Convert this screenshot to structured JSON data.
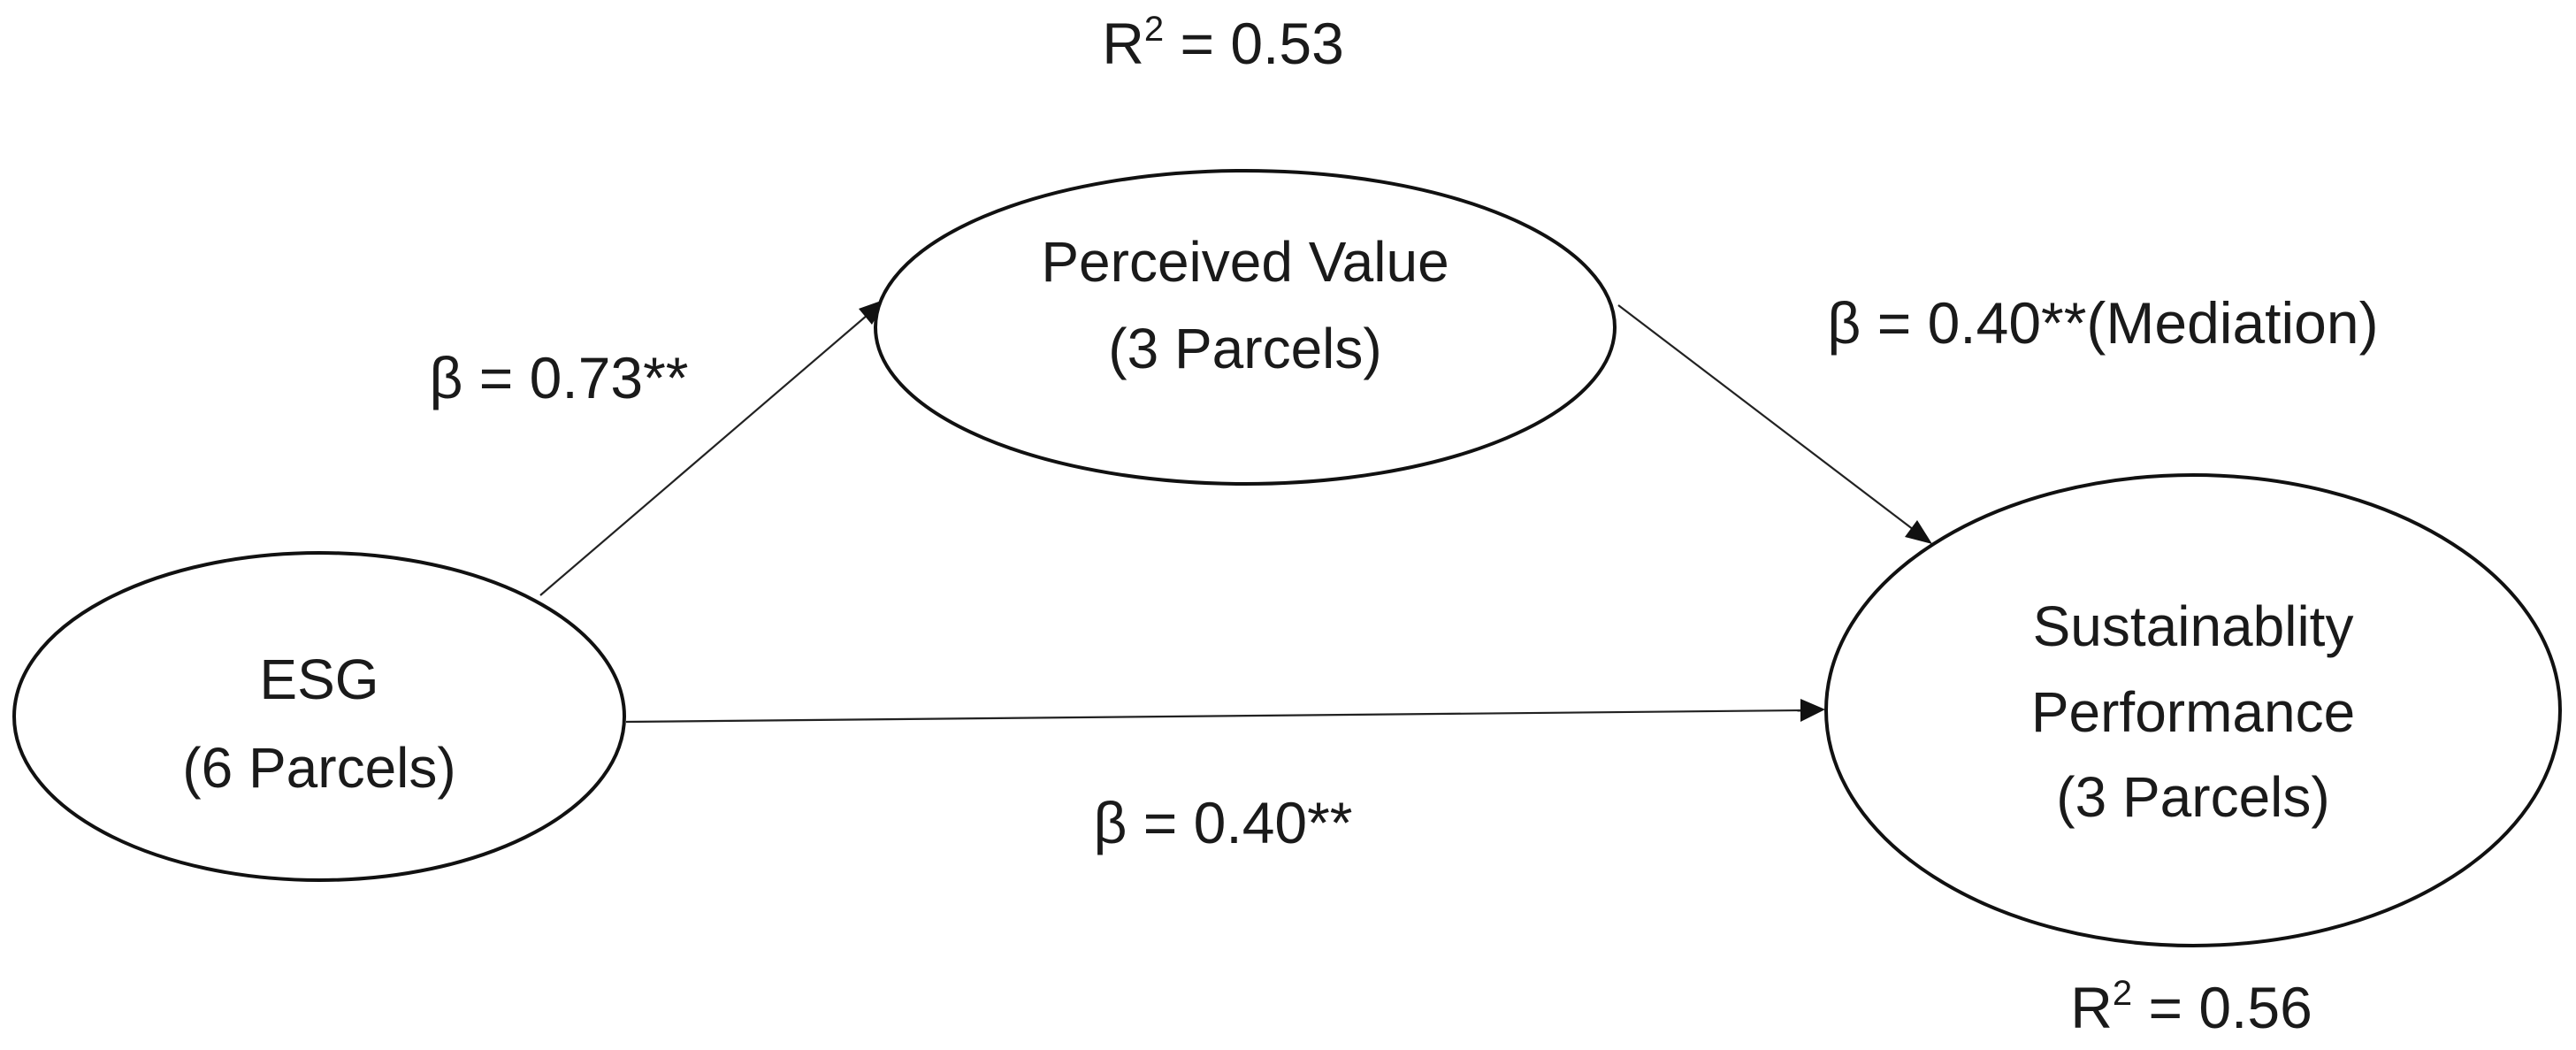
{
  "nodes": {
    "perceived_value": {
      "line1": "Perceived Value",
      "line2": "(3 Parcels)"
    },
    "esg": {
      "line1": "ESG",
      "line2": "(6 Parcels)"
    },
    "sustainability": {
      "line1": "Sustainablity",
      "line2": "Performance",
      "line3": "(3 Parcels)"
    }
  },
  "edges": {
    "esg_to_pv": {
      "label": "β = 0.73**"
    },
    "pv_to_sp": {
      "label": "β = 0.40**(Mediation)"
    },
    "esg_to_sp": {
      "label": "β = 0.40**"
    }
  },
  "r2": {
    "perceived_value": {
      "prefix": "R",
      "exponent": "2",
      "value": " = 0.53"
    },
    "sustainability": {
      "prefix": "R",
      "exponent": "2",
      "value": " = 0.56"
    }
  }
}
